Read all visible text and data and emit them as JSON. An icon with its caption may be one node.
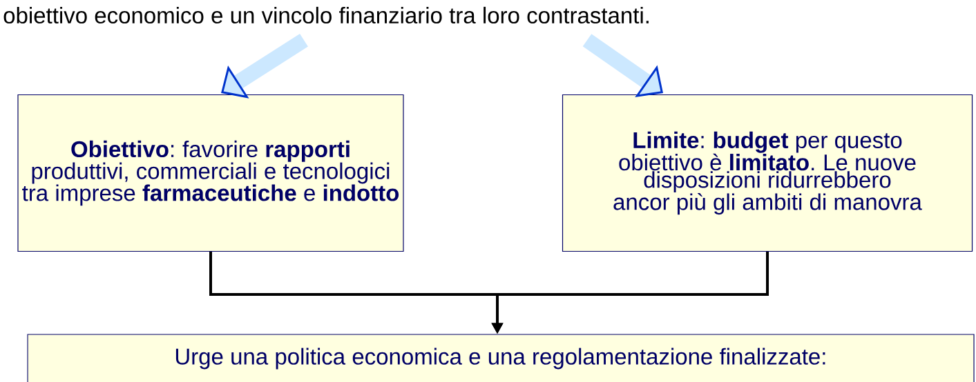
{
  "diagram": {
    "nodes": [
      {
        "text": [
          "obiettivo economico e un vincolo finanziario tra loro contrastanti."
        ]
      },
      {
        "text": [
          "**Obiettivo**: favorire **rapporti** produttivi, commerciali e tecnologici tra imprese **farmaceutiche** e **indotto**"
        ]
      },
      {
        "text": [
          "**Limite**: **budget** per questo obiettivo è **limitato**. Le nuove disposizioni ridurrebbero ancor più gli ambiti di manovra"
        ]
      },
      {
        "text": [
          "Urge una politica economica e una regolamentazione finalizzate:"
        ]
      }
    ],
    "edges": [
      {
        "from": 0,
        "to": 1,
        "arrow": "to",
        "style": "thick",
        "color": "#cce8ff"
      },
      {
        "from": 0,
        "to": 2,
        "arrow": "to",
        "style": "thick",
        "color": "#cce8ff"
      },
      {
        "from": 1,
        "to": 3,
        "arrow": "to",
        "color": "#000000"
      },
      {
        "from": 2,
        "to": 3,
        "arrow": "to",
        "color": "#000000"
      }
    ]
  }
}
